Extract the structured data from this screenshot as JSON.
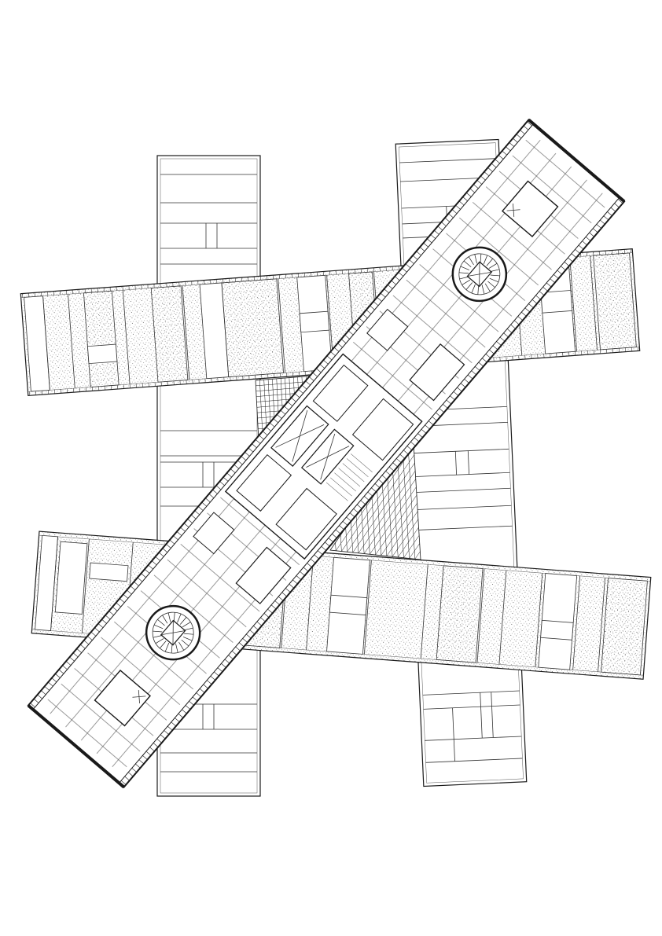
{
  "drawing": {
    "colors": {
      "ink": "#1a1a1a",
      "paper": "#ffffff",
      "stipple": "#3a3a3a"
    },
    "elements": [
      "left-vertical-block",
      "right-vertical-block",
      "upper-horizontal-band",
      "lower-horizontal-band",
      "diagonal-tower",
      "central-core",
      "spiral-stair-upper",
      "spiral-stair-lower",
      "curved-mesh-canopy-left",
      "curved-mesh-canopy-right"
    ]
  }
}
